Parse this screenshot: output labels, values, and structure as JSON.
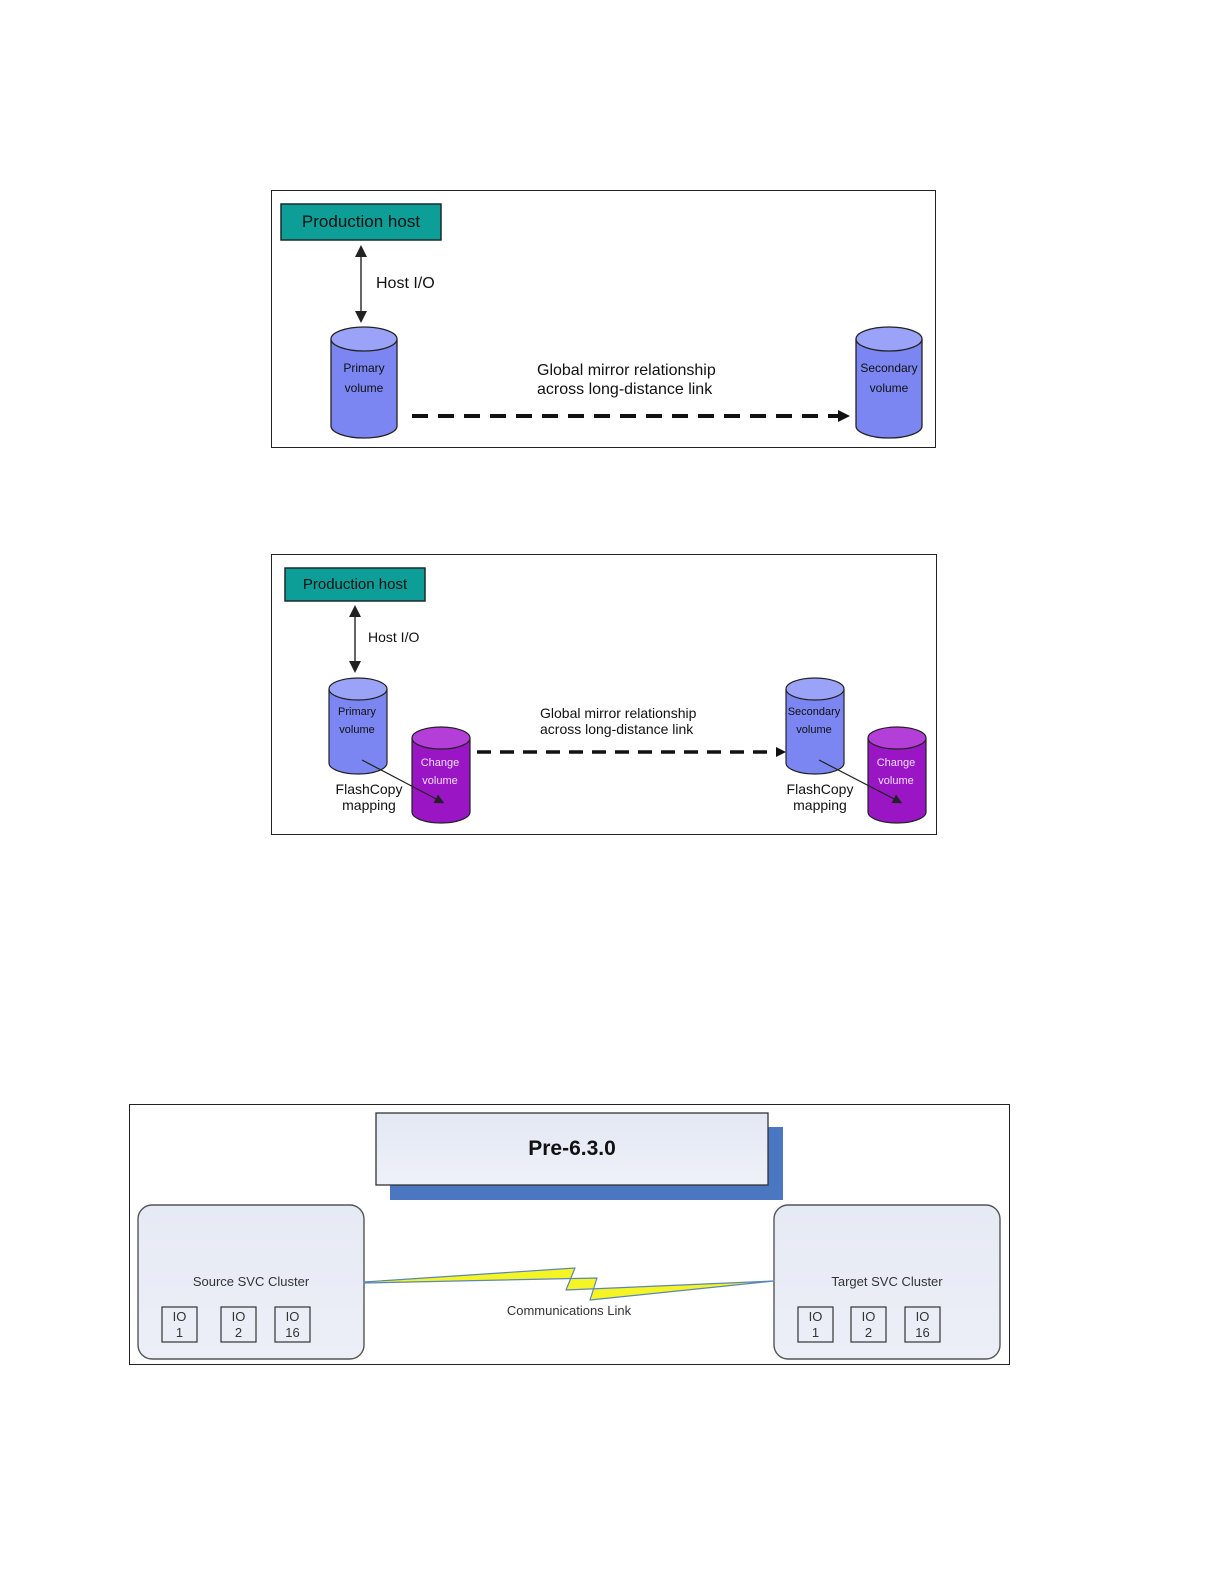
{
  "figure1": {
    "production_host": "Production host",
    "host_io": "Host I/O",
    "primary_volume": [
      "Primary",
      "volume"
    ],
    "secondary_volume": [
      "Secondary",
      "volume"
    ],
    "mirror_label": [
      "Global mirror relationship",
      "across long-distance link"
    ]
  },
  "figure2": {
    "production_host": "Production host",
    "host_io": "Host I/O",
    "primary_volume": [
      "Primary",
      "volume"
    ],
    "secondary_volume": [
      "Secondary",
      "volume"
    ],
    "change_volume_left": [
      "Change",
      "volume"
    ],
    "change_volume_right": [
      "Change",
      "volume"
    ],
    "mirror_label": [
      "Global mirror relationship",
      "across long-distance link"
    ],
    "flashcopy_left": [
      "FlashCopy",
      "mapping"
    ],
    "flashcopy_right": [
      "FlashCopy",
      "mapping"
    ]
  },
  "figure3": {
    "title": "Pre-6.3.0",
    "source_cluster": "Source SVC Cluster",
    "target_cluster": "Target SVC Cluster",
    "link_label": "Communications Link",
    "source_io": [
      [
        "IO",
        "1"
      ],
      [
        "IO",
        "2"
      ],
      [
        "IO",
        "16"
      ]
    ],
    "target_io": [
      [
        "IO",
        "1"
      ],
      [
        "IO",
        "2"
      ],
      [
        "IO",
        "16"
      ]
    ]
  },
  "colors": {
    "host_box": "#0e9e98",
    "volume_blue": "#7b86f2",
    "volume_top_blue": "#9aa3f7",
    "change_purple": "#9a15c4",
    "change_top_purple": "#b43ed8",
    "title_panel": "#e6ebf5",
    "title_shadow": "#4b76c2",
    "cluster_fill": "#e8ecf5",
    "bolt_yellow": "#f5f526"
  }
}
